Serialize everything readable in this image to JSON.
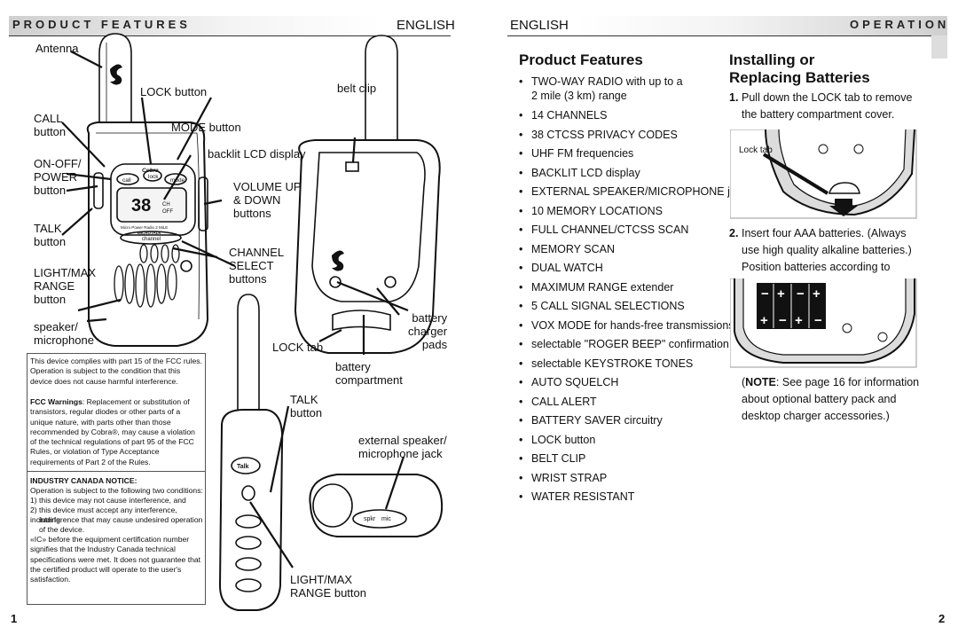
{
  "left_page": {
    "header": {
      "section_title": "PRODUCT FEATURES",
      "language": "ENGLISH"
    },
    "labels": {
      "antenna": "Antenna",
      "lock_button": "LOCK button",
      "call_button": "CALL\nbutton",
      "mode_button": "MODE button",
      "belt_clip": "belt clip",
      "backlit_lcd": "backlit LCD display",
      "on_off": "ON-OFF/\nPOWER\nbutton",
      "volume": "VOLUME UP\n& DOWN\nbuttons",
      "talk": "TALK\nbutton",
      "channel": "CHANNEL\nSELECT\nbuttons",
      "light_max": "LIGHT/MAX\nRANGE\nbutton",
      "speaker": "speaker/\nmicrophone",
      "lock_tab": "LOCK tab",
      "battery_charger": "battery\ncharger\npads",
      "battery_compartment": "battery\ncompartment",
      "talk_button2": "TALK\nbutton",
      "external_speaker": "external speaker/\nmicrophone jack",
      "light_max2": "LIGHT/MAX\nRANGE button"
    },
    "device_text": {
      "call": "call",
      "lock": "lock",
      "mode": "mode",
      "brand": "Cobra",
      "lcd_digits": "38",
      "lcd_ch": "CH",
      "lcd_off": "OFF",
      "power_line": "Micro Power Radio 2 MiLE",
      "microtalk": "MICROTALK",
      "channel": "channel",
      "talk": "Talk",
      "spkr": "spkr",
      "mic": "mic"
    },
    "fcc_compliance": "This device complies with part 15 of the FCC rules. Operation is subject to the condition that this device does not cause harmful interference.",
    "fcc_warnings_title": "FCC Warnings",
    "fcc_warnings_text": ": Replacement or substitution of transistors, regular diodes or other parts of a unique nature, with parts other than those recommended by Cobra®, may cause a violation of the technical regulations of part 95 of the FCC Rules, or violation of Type Acceptance requirements of Part 2 of the Rules.",
    "industry_canada_title": "INDUSTRY CANADA NOTICE:",
    "industry_canada_lines": [
      "Operation is subject to the following two conditions:",
      "1) this device may not cause interference, and",
      "2) this device must accept any interference, including",
      "interference that may cause undesired operation",
      "of the device.",
      "«IC» before the equipment certification number signifies that the Industry Canada technical specifications were met. It does not guarantee that the certified product will operate to the user's satisfaction."
    ],
    "page_number": "1"
  },
  "right_page": {
    "header": {
      "language": "ENGLISH",
      "section_title": "OPERATION"
    },
    "product_features": {
      "title": "Product Features",
      "items": [
        "TWO-WAY RADIO with up to a\n2 mile (3 km) range",
        "14 CHANNELS",
        "38 CTCSS PRIVACY CODES",
        "UHF FM frequencies",
        "BACKLIT LCD display",
        "EXTERNAL SPEAKER/MICROPHONE jack",
        "10 MEMORY LOCATIONS",
        "FULL CHANNEL/CTCSS SCAN",
        "MEMORY SCAN",
        "DUAL WATCH",
        "MAXIMUM RANGE extender",
        "5 CALL SIGNAL SELECTIONS",
        "VOX MODE for hands-free transmissions",
        "selectable \"ROGER BEEP\" confirmation tone",
        "selectable KEYSTROKE TONES",
        "AUTO SQUELCH",
        "CALL ALERT",
        "BATTERY SAVER circuitry",
        "LOCK button",
        "BELT CLIP",
        "WRIST STRAP",
        "WATER RESISTANT"
      ]
    },
    "installing": {
      "title_line1": "Installing or",
      "title_line2": "Replacing Batteries",
      "step1_num": "1.",
      "step1_text": "Pull down the LOCK tab to remove the battery compartment cover.",
      "lock_tab_label": "Lock tab",
      "step2_num": "2.",
      "step2_text": "Insert four AAA batteries. (Always use high quality alkaline batteries.) Position batteries according to polarity markings.",
      "note_bold": "NOTE",
      "note_text": ": See page 16 for information about optional battery pack and desktop charger accessories.)",
      "note_open": "("
    },
    "page_number": "2"
  },
  "colors": {
    "header_bar": "#e6e6e6",
    "ink": "#111111",
    "figure_bg": "#f2f2f2"
  }
}
